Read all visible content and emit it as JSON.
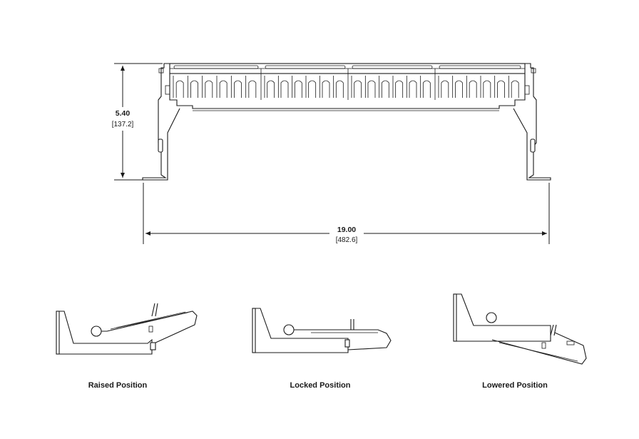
{
  "dimensions": {
    "height_in": "5.40",
    "height_mm": "[137.2]",
    "width_in": "19.00",
    "width_mm": "[482.6]"
  },
  "positions": {
    "raised": "Raised Position",
    "locked": "Locked Position",
    "lowered": "Lowered Position"
  }
}
